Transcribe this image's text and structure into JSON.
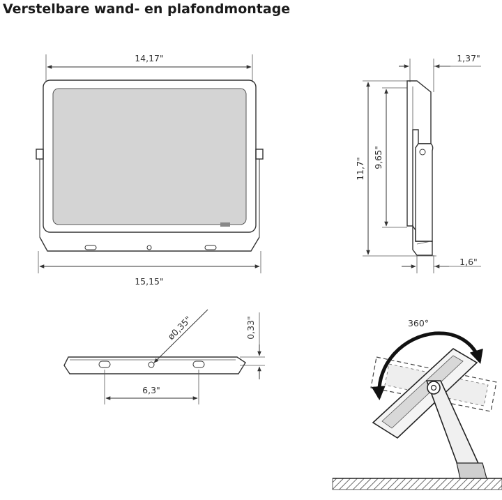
{
  "title": "Verstelbare wand- en plafondmontage",
  "dimensions": {
    "front_width": "14,17\"",
    "side_depth": "1,37\"",
    "side_height": "11,7\"",
    "side_inner_height": "9,65\"",
    "side_bracket": "1,6\"",
    "bottom_width": "15,15\"",
    "hole_diameter": "ø0,35\"",
    "bracket_thickness": "0,33\"",
    "hole_spacing": "6,3\"",
    "rotation": "360°"
  }
}
